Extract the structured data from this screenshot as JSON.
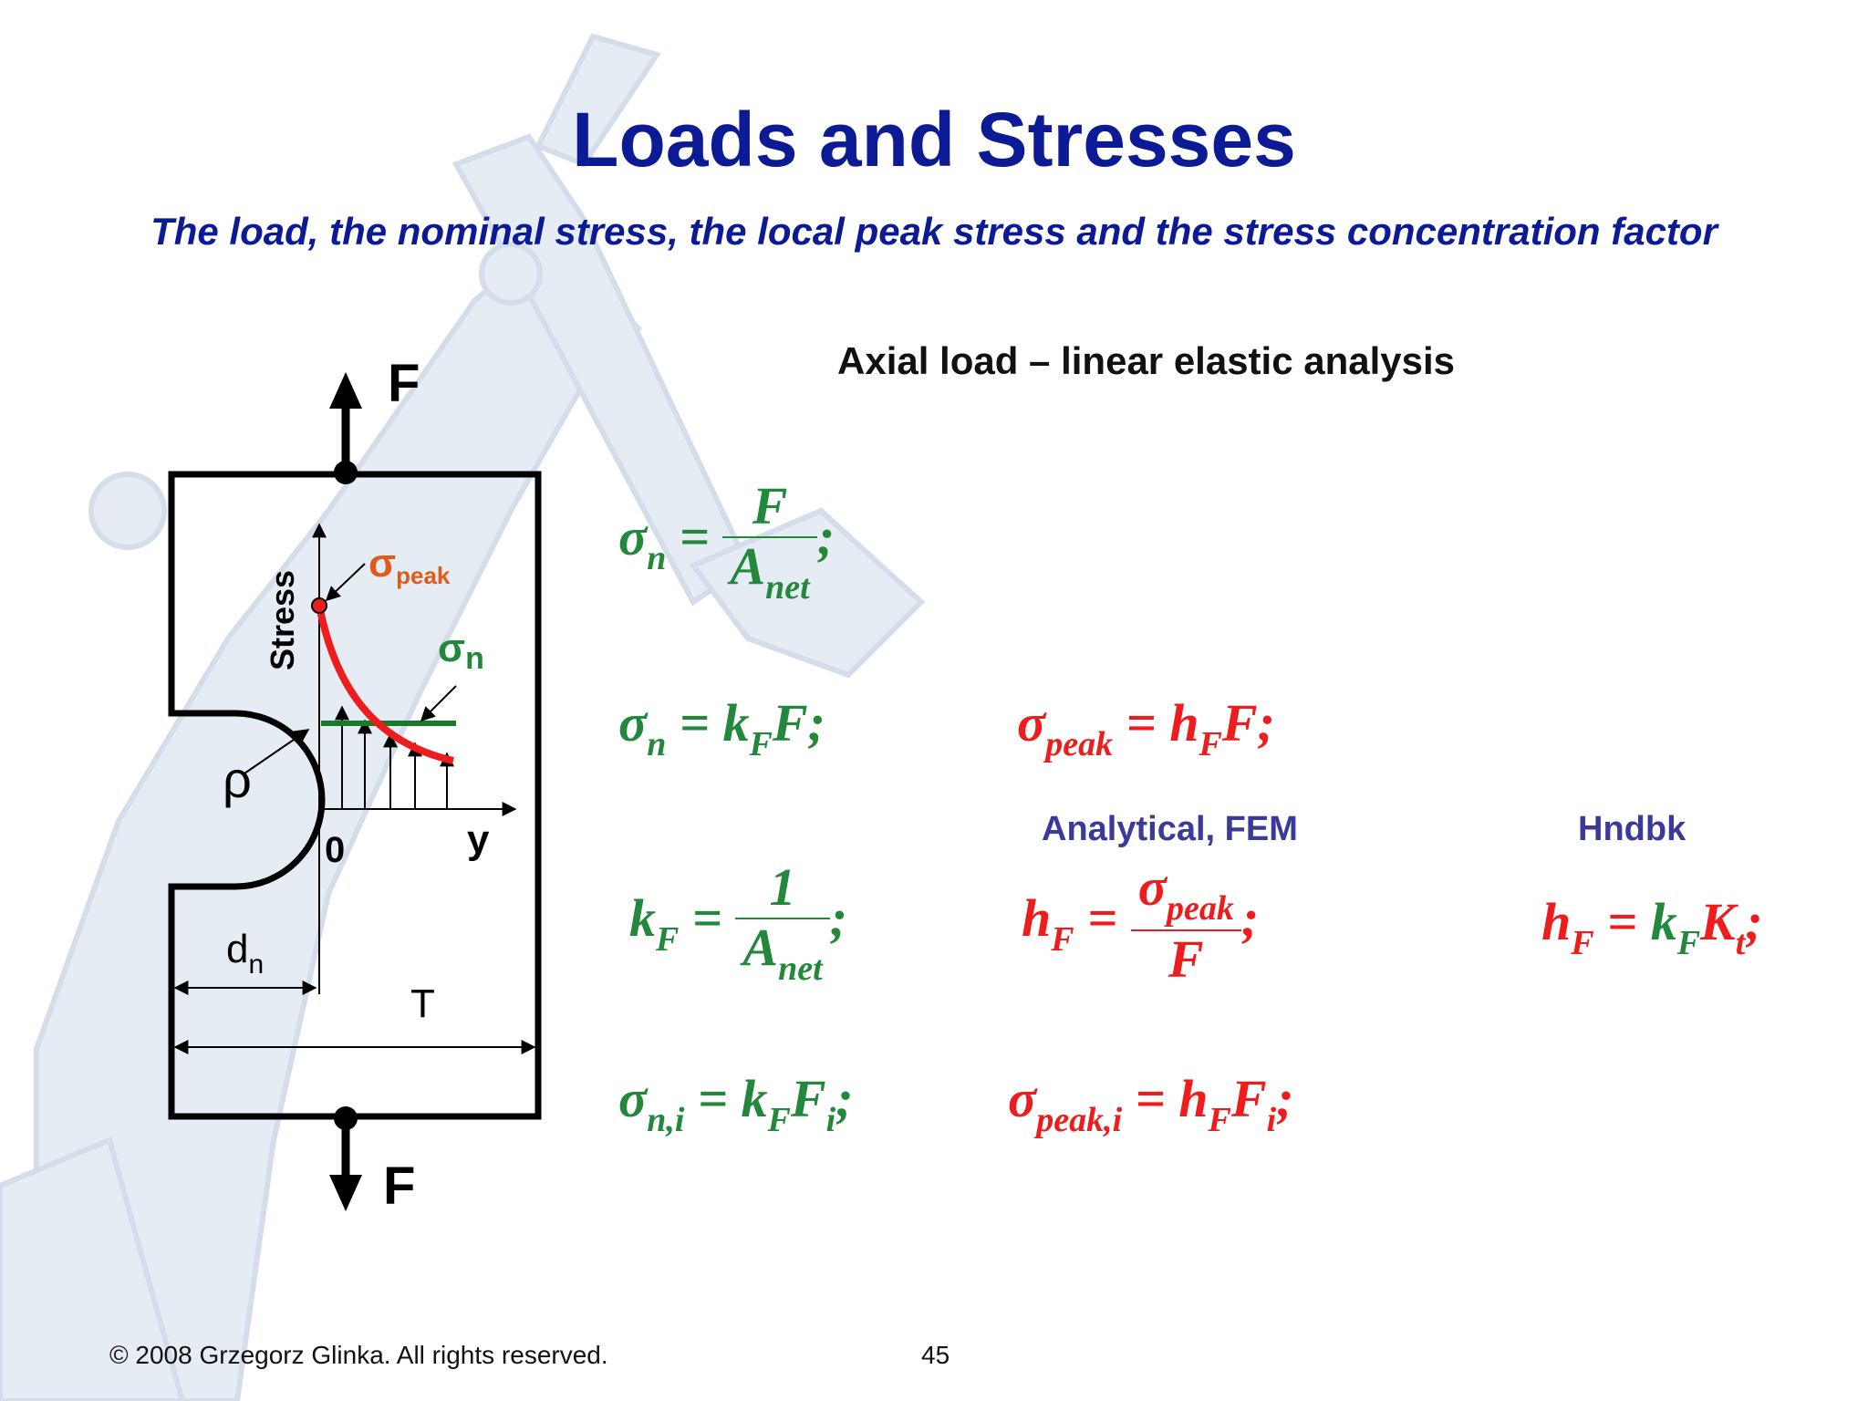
{
  "slide": {
    "title": "Loads and Stresses",
    "subtitle": "The load, the nominal stress, the local peak stress and the stress concentration factor",
    "heading": "Axial load – linear elastic analysis",
    "method_labels": {
      "analytical": "Analytical, FEM",
      "handbook": "Hndbk"
    },
    "footer": {
      "copyright": "© 2008 Grzegorz Glinka.  All rights reserved.",
      "page_number": "45"
    }
  },
  "diagram": {
    "force_top": "F",
    "force_bottom": "F",
    "stress_axis_label": "Stress",
    "y_axis_label": "y",
    "origin_label": "0",
    "sigma_symbol": "σ",
    "sigma_peak_sub": "peak",
    "sigma_n_sub": "n",
    "rho": "ρ",
    "dn_main": "d",
    "dn_sub": "n",
    "width_label": "T"
  },
  "equations": {
    "sigma": "σ",
    "eq_sign": "=",
    "semicolon": ";",
    "one": "1",
    "F": "F",
    "k": "k",
    "h": "h",
    "K": "K",
    "A": "A",
    "sub_n": "n",
    "sub_net": "net",
    "sub_F": "F",
    "sub_peak": "peak",
    "sub_t": "t",
    "sub_i": "i",
    "sub_ni": "n,i",
    "sub_peaki": "peak,i"
  },
  "colors": {
    "title": "#0d1a96",
    "green": "#23873c",
    "red": "#ee1c1c",
    "label_blue": "#3a3a9a"
  }
}
